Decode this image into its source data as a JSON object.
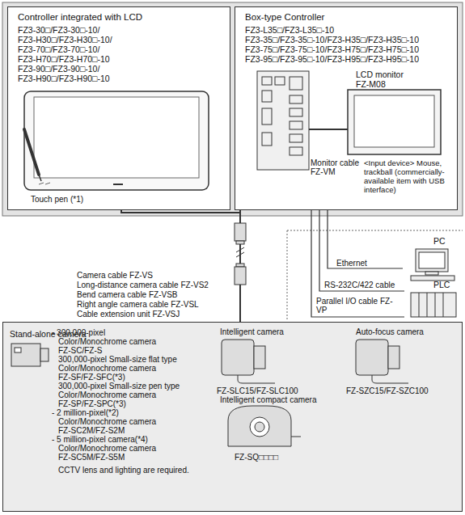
{
  "diagram": {
    "nodes": [
      {
        "text": [
          "Controller integrated with LCD",
          "FZ3-30□/FZ3-30□-10/",
          "FZ3-H30□/FZ3-H30□-10/",
          "FZ3-70□/FZ3-70□-10/",
          "FZ3-H70□/FZ3-H70□-10",
          "FZ3-90□/FZ3-90□-10/",
          "FZ3-H90□/FZ3-H90□-10"
        ]
      },
      {
        "text": [
          "Box-type Controller",
          "FZ3-L35□/FZ3-L35□-10",
          "FZ3-35□/FZ3-35□-10/FZ3-H35□/FZ3-H35□-10",
          "FZ3-75□/FZ3-75□-10/FZ3-H75□/FZ3-H75□-10",
          "FZ3-95□/FZ3-95□-10/FZ3-H95□/FZ3-H95□-10"
        ]
      },
      {
        "text": [
          "LCD monitor",
          "FZ-M08"
        ],
        "in": 1
      },
      {
        "text": [
          "PC"
        ]
      },
      {
        "text": [
          "PLC"
        ]
      },
      {
        "text": [
          "Stand-alone camera"
        ]
      }
    ],
    "edges": [
      {
        "from": 0,
        "to": 5,
        "arrow": "none"
      },
      {
        "from": 1,
        "to": 5,
        "arrow": "none"
      },
      {
        "from": 1,
        "to": 3,
        "label": "Ethernet",
        "arrow": "none"
      },
      {
        "from": 1,
        "to": 4,
        "label": "RS-232C/422 cable",
        "arrow": "none"
      },
      {
        "from": 1,
        "to": 4,
        "label": "Parallel I/O cable FZ-VP",
        "arrow": "none"
      }
    ],
    "labels": [
      "Touch pen (*1)",
      "Monitor cable FZ-VM",
      "<Input device> Mouse, trackball (commercially-available item with USB interface)",
      "Camera cable FZ-VS",
      "Long-distance camera cable FZ-VS2",
      "Bend camera cable FZ-VSB",
      "Right angle camera cable FZ-VSL",
      "Cable extension unit FZ-VSJ",
      "- 300,000-pixel",
      "Color/Monochrome camera",
      "FZ-SC/FZ-S",
      "300,000-pixel Small-size flat type",
      "Color/Monochrome camera",
      "FZ-SF/FZ-SFC(*3)",
      "300,000-pixel Small-size pen type",
      "Color/Monochrome camera",
      "FZ-SP/FZ-SPC(*3)",
      "- 2 million-pixel(*2)",
      "Color/Monochrome camera",
      "FZ-SC2M/FZ-S2M",
      "- 5 million-pixel camera(*4)",
      "Color/Monochrome camera",
      "FZ-SC5M/FZ-S5M",
      "CCTV lens and lighting are required.",
      "Intelligent camera",
      "FZ-SLC15/FZ-SLC100",
      "Auto-focus camera",
      "FZ-SZC15/FZ-SZC100",
      "Intelligent compact camera",
      "FZ-SQ□□□□"
    ]
  }
}
